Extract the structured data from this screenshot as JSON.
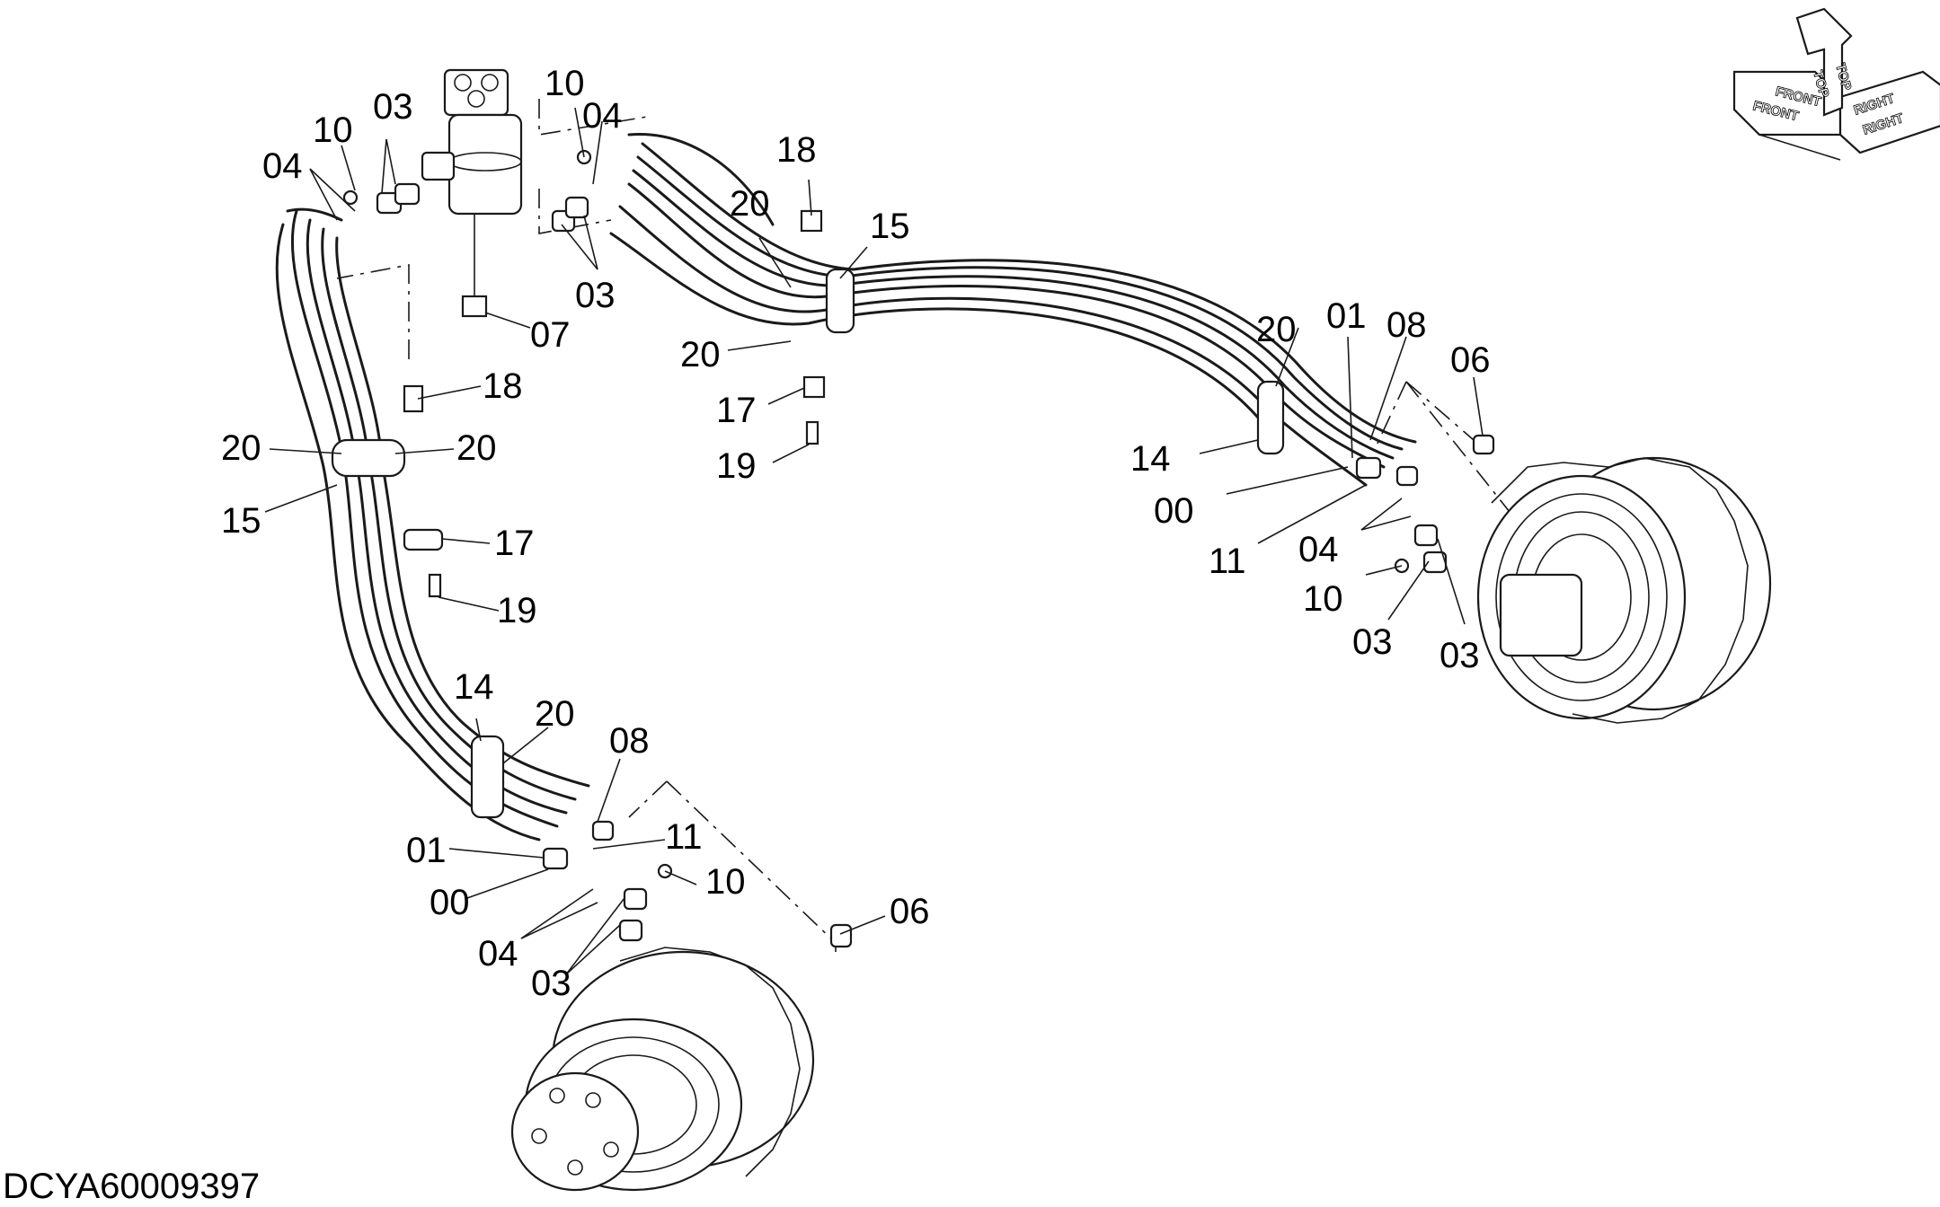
{
  "document_id": "DCYA60009397",
  "orientation_symbol": {
    "labels": [
      "FRONT",
      "TOP",
      "RIGHT"
    ],
    "mirrored_labels": [
      "FRONT",
      "TOP",
      "RIGHT"
    ]
  },
  "callouts": {
    "swivel_left": [
      "04",
      "10",
      "03"
    ],
    "swivel_right": [
      "10",
      "04",
      "03"
    ],
    "swivel_bottom": [
      "07"
    ],
    "upper_center": [
      "18",
      "20",
      "15",
      "20",
      "17",
      "19"
    ],
    "left_bundle": [
      "18",
      "20",
      "20",
      "15",
      "17",
      "19"
    ],
    "right_motor": [
      "20",
      "01",
      "08",
      "06",
      "14",
      "00",
      "11",
      "04",
      "10",
      "03",
      "03"
    ],
    "lower_motor": [
      "14",
      "20",
      "08",
      "01",
      "11",
      "00",
      "10",
      "04",
      "03",
      "06"
    ]
  }
}
